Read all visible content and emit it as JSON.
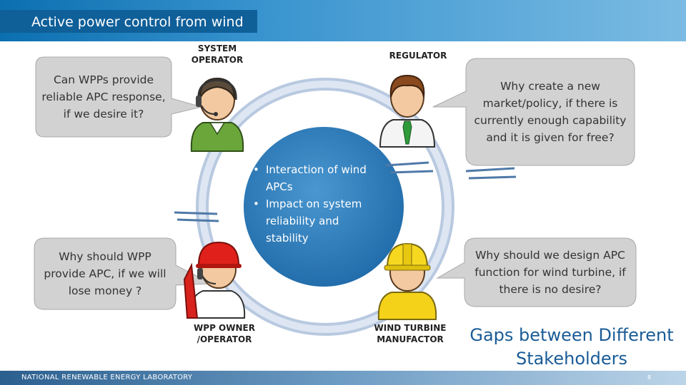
{
  "title": "Active power control from wind",
  "footer": {
    "org": "NATIONAL RENEWABLE ENERGY LABORATORY",
    "page_number": "8"
  },
  "circle": {
    "bullets": [
      "Interaction of wind APCs",
      "Impact on system reliability and stability"
    ]
  },
  "roles": {
    "system_operator": "SYSTEM OPERATOR",
    "regulator": "REGULATOR",
    "wpp_owner": "WPP OWNER /OPERATOR",
    "wind_turbine_manufactor": "WIND TURBINE MANUFACTOR"
  },
  "bubbles": {
    "system_operator": "Can WPPs provide reliable APC response, if we desire it?",
    "regulator": "Why create a new market/policy, if there is currently enough capability and it is given for free?",
    "wpp_owner": "Why should WPP provide APC, if we will lose money ?",
    "manufacturer": "Why should we design APC function for wind turbine, if there is no desire?"
  },
  "caption": "Gaps between Different Stakeholders",
  "colors": {
    "title_bar": "#0b6fb0",
    "circle_fill": "#2f7fbf",
    "ring": "#c9d6e8",
    "bubble_fill": "#d4d4d4",
    "caption": "#1a5c96"
  },
  "icons": {
    "system_operator": "person-headset-green-icon",
    "regulator": "person-tie-icon",
    "wpp_owner": "person-red-helmet-headset-icon",
    "manufacturer": "person-yellow-hardhat-icon"
  }
}
